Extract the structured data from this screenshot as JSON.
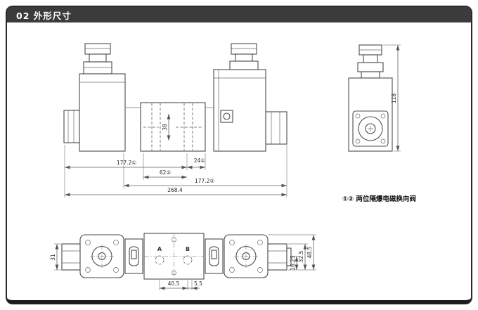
{
  "header": {
    "title": "02 外形尺寸"
  },
  "drawing": {
    "note": "①② 两位隔爆电磁换向阀",
    "front_view": {
      "dim_a1": "177.2①",
      "dim_a2": "24①",
      "dim_b": "62②",
      "dim_c": "177.2②",
      "dim_d": "268.4",
      "dim_h": "38"
    },
    "side_view": {
      "dim_height": "118"
    },
    "bottom_view": {
      "port_a": "A",
      "port_b": "B",
      "dim_left_h": "31",
      "dim_ports": "40.5",
      "dim_offset": "5.5",
      "dim_r1": "16.25",
      "dim_r2": "32.5",
      "dim_r3": "48.5"
    }
  }
}
